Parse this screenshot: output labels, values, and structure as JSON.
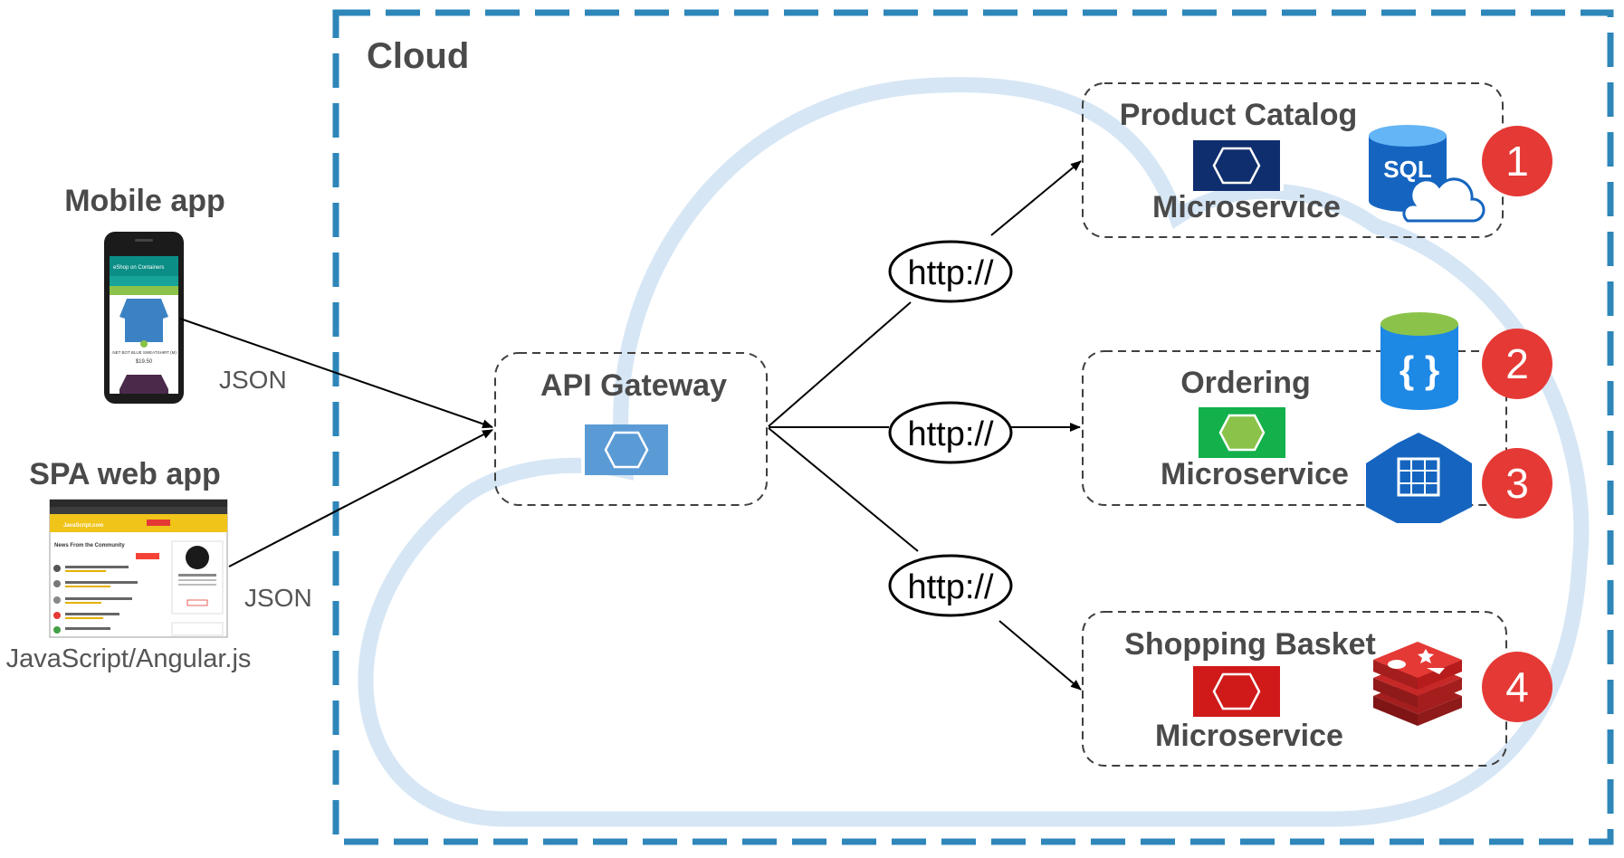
{
  "cloud_label": "Cloud",
  "clients": {
    "mobile": {
      "title": "Mobile app",
      "connector_label": "JSON",
      "screen": {
        "app_header": "eShop on Containers",
        "product_caption": ".NET BOT BLUE SWEATSHIRT (M)",
        "price": "$19.50"
      }
    },
    "spa": {
      "title": "SPA web app",
      "connector_label": "JSON",
      "caption": "JavaScript/Angular.js",
      "screen": {
        "site_name": "JavaScript.com",
        "section_heading": "News From the Community"
      }
    }
  },
  "gateway": {
    "title": "API Gateway"
  },
  "protocol_labels": [
    "http://",
    "http://",
    "http://"
  ],
  "services": [
    {
      "name": "Product Catalog",
      "sublabel": "Microservice",
      "badges": [
        "1"
      ],
      "color": "#0f2e6e",
      "datastore_icons": [
        "SQL"
      ]
    },
    {
      "name": "Ordering",
      "sublabel": "Microservice",
      "badges": [
        "2",
        "3"
      ],
      "color": "#13b04b",
      "datastore_icons": [
        "{ }",
        ""
      ]
    },
    {
      "name": "Shopping Basket",
      "sublabel": "Microservice",
      "badges": [
        "4"
      ],
      "color": "#d01a1a",
      "datastore_icons": [
        ""
      ]
    }
  ],
  "colors": {
    "frame_dash": "#2e86b9",
    "cloud_outline": "#d6e6f5",
    "badge_fill": "#e53935",
    "gateway_icon": "#5b9bd5"
  }
}
